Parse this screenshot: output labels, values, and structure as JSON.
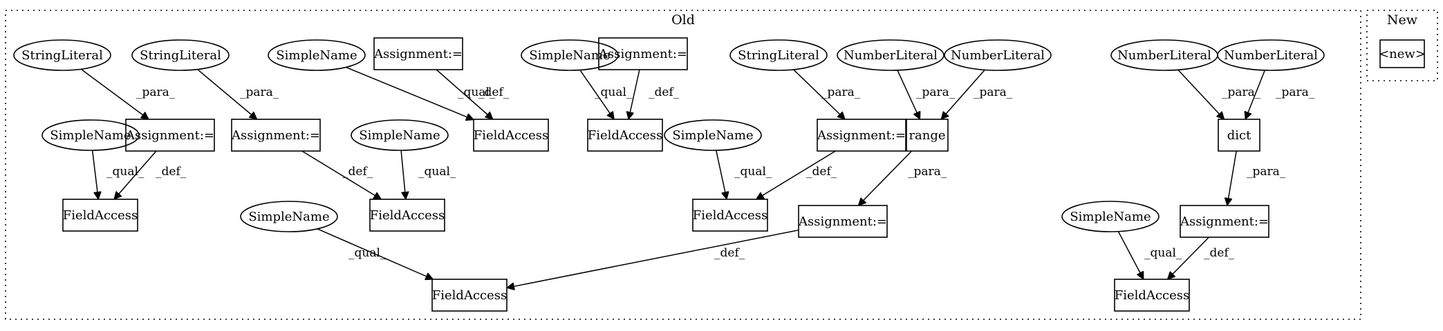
{
  "clusters": [
    {
      "id": "old",
      "label": "Old"
    },
    {
      "id": "new",
      "label": "New"
    }
  ],
  "nodes": [
    {
      "id": "n1",
      "label": "StringLiteral",
      "shape": "ellipse"
    },
    {
      "id": "n2",
      "label": "StringLiteral",
      "shape": "ellipse"
    },
    {
      "id": "n3",
      "label": "SimpleName",
      "shape": "ellipse"
    },
    {
      "id": "n4",
      "label": "Assignment:=",
      "shape": "box"
    },
    {
      "id": "n5",
      "label": "SimpleName",
      "shape": "ellipse"
    },
    {
      "id": "n6",
      "label": "Assignment:=",
      "shape": "box"
    },
    {
      "id": "n7",
      "label": "StringLiteral",
      "shape": "ellipse"
    },
    {
      "id": "n8",
      "label": "NumberLiteral",
      "shape": "ellipse"
    },
    {
      "id": "n9",
      "label": "NumberLiteral",
      "shape": "ellipse"
    },
    {
      "id": "n10",
      "label": "NumberLiteral",
      "shape": "ellipse"
    },
    {
      "id": "n11",
      "label": "NumberLiteral",
      "shape": "ellipse"
    },
    {
      "id": "n12",
      "label": "SimpleName",
      "shape": "ellipse"
    },
    {
      "id": "n13",
      "label": "Assignment:=",
      "shape": "box"
    },
    {
      "id": "n14",
      "label": "Assignment:=",
      "shape": "box"
    },
    {
      "id": "n15",
      "label": "SimpleName",
      "shape": "ellipse"
    },
    {
      "id": "n16",
      "label": "FieldAccess",
      "shape": "box"
    },
    {
      "id": "n17",
      "label": "FieldAccess",
      "shape": "box"
    },
    {
      "id": "n18",
      "label": "SimpleName",
      "shape": "ellipse"
    },
    {
      "id": "n19",
      "label": "Assignment:=",
      "shape": "box"
    },
    {
      "id": "n20",
      "label": "range",
      "shape": "box"
    },
    {
      "id": "n21",
      "label": "dict",
      "shape": "box"
    },
    {
      "id": "n22",
      "label": "FieldAccess",
      "shape": "box"
    },
    {
      "id": "n23",
      "label": "FieldAccess",
      "shape": "box"
    },
    {
      "id": "n24",
      "label": "FieldAccess",
      "shape": "box"
    },
    {
      "id": "n25",
      "label": "SimpleName",
      "shape": "ellipse"
    },
    {
      "id": "n26",
      "label": "Assignment:=",
      "shape": "box"
    },
    {
      "id": "n27",
      "label": "SimpleName",
      "shape": "ellipse"
    },
    {
      "id": "n28",
      "label": "Assignment:=",
      "shape": "box"
    },
    {
      "id": "n29",
      "label": "FieldAccess",
      "shape": "box"
    },
    {
      "id": "n30",
      "label": "FieldAccess",
      "shape": "box"
    },
    {
      "id": "n31",
      "label": "<new>",
      "shape": "box"
    }
  ],
  "edges": [
    {
      "from": "n1",
      "to": "n13",
      "label": "_para_"
    },
    {
      "from": "n2",
      "to": "n14",
      "label": "_para_"
    },
    {
      "from": "n3",
      "to": "n16",
      "label": "_qual_"
    },
    {
      "from": "n4",
      "to": "n16",
      "label": "_def_"
    },
    {
      "from": "n5",
      "to": "n17",
      "label": "_qual_"
    },
    {
      "from": "n6",
      "to": "n17",
      "label": "_def_"
    },
    {
      "from": "n7",
      "to": "n19",
      "label": "_para_"
    },
    {
      "from": "n8",
      "to": "n20",
      "label": "_para_"
    },
    {
      "from": "n9",
      "to": "n20",
      "label": "_para_"
    },
    {
      "from": "n10",
      "to": "n21",
      "label": "_para_"
    },
    {
      "from": "n11",
      "to": "n21",
      "label": "_para_"
    },
    {
      "from": "n12",
      "to": "n22",
      "label": "_qual_"
    },
    {
      "from": "n13",
      "to": "n22",
      "label": "_def_"
    },
    {
      "from": "n14",
      "to": "n23",
      "label": "_def_"
    },
    {
      "from": "n15",
      "to": "n23",
      "label": "_qual_"
    },
    {
      "from": "n18",
      "to": "n24",
      "label": "_qual_"
    },
    {
      "from": "n19",
      "to": "n24",
      "label": "_def_"
    },
    {
      "from": "n20",
      "to": "n26",
      "label": "_para_"
    },
    {
      "from": "n21",
      "to": "n28",
      "label": "_para_"
    },
    {
      "from": "n25",
      "to": "n29",
      "label": "_qual_"
    },
    {
      "from": "n26",
      "to": "n29",
      "label": "_def_"
    },
    {
      "from": "n27",
      "to": "n30",
      "label": "_qual_"
    },
    {
      "from": "n28",
      "to": "n30",
      "label": "_def_"
    }
  ]
}
